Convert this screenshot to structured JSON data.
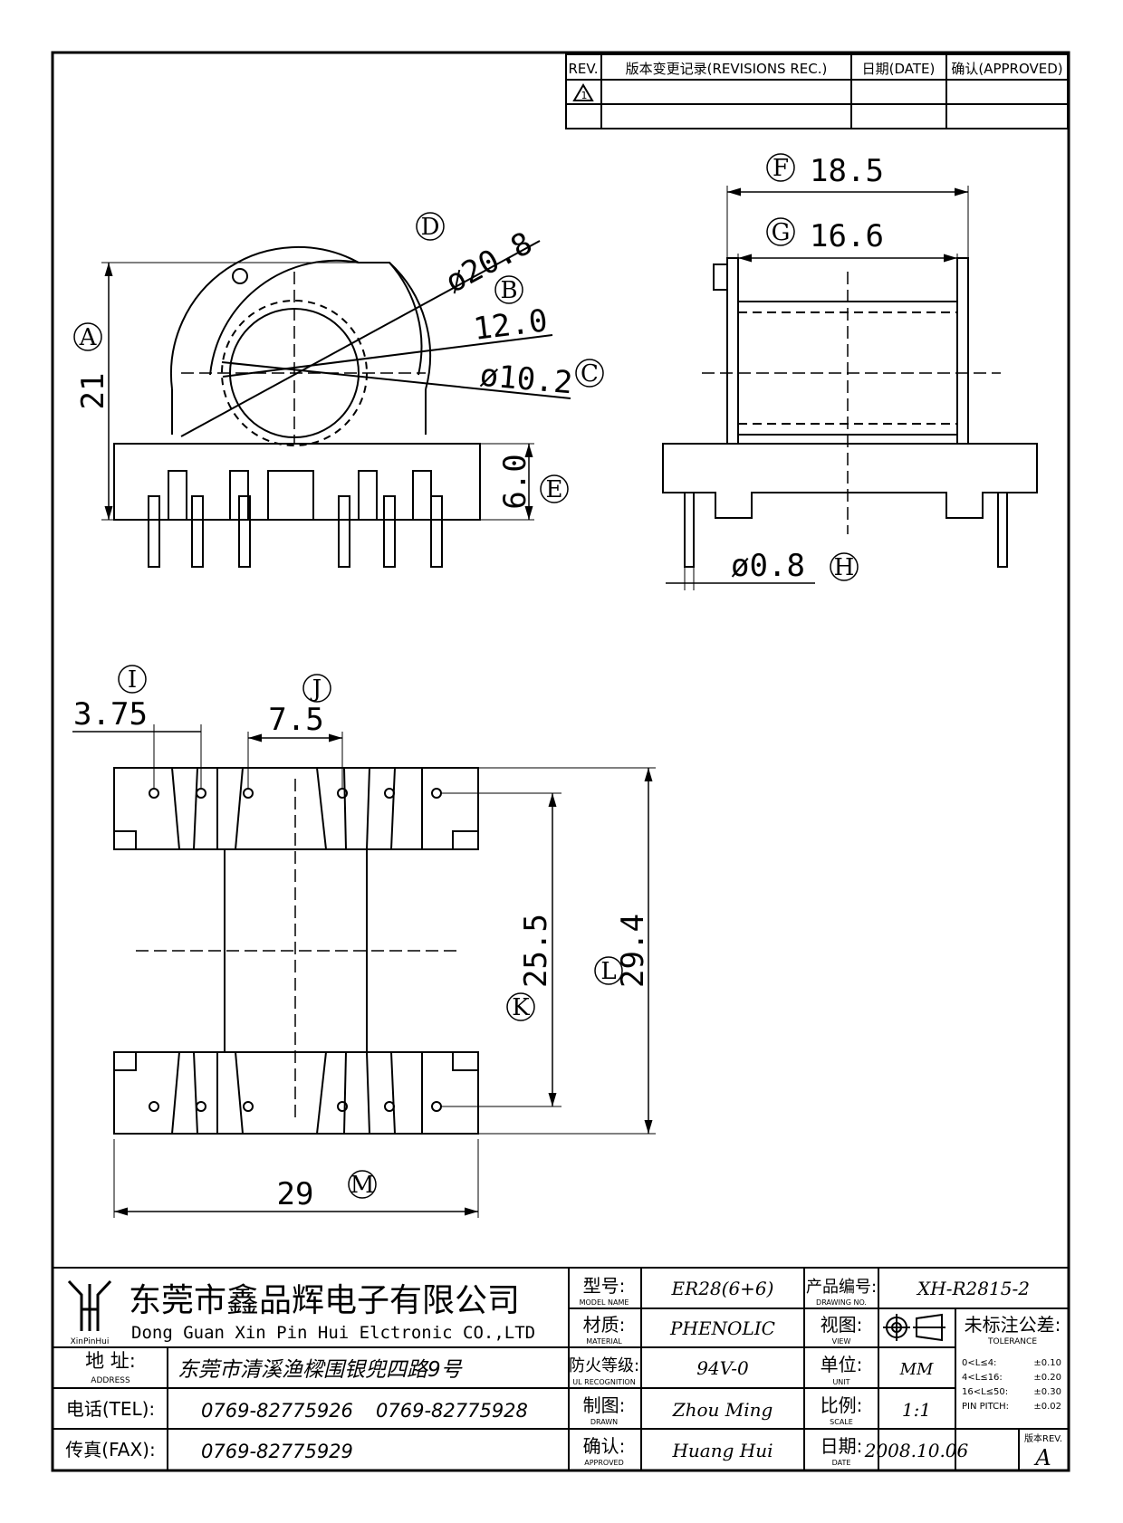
{
  "revisions": {
    "col_rev": "REV.",
    "col_rec": "版本变更记录(REVISIONS REC.)",
    "col_date": "日期(DATE)",
    "col_approved": "确认(APPROVED)",
    "row1_rev": "1"
  },
  "dims": {
    "A": {
      "label": "A",
      "value": "21"
    },
    "B": {
      "label": "B",
      "value": "12.0"
    },
    "C": {
      "label": "C",
      "value": "ø10.2"
    },
    "D": {
      "label": "D",
      "value": "ø20.8"
    },
    "E": {
      "label": "E",
      "value": "6.0"
    },
    "F": {
      "label": "F",
      "value": "18.5"
    },
    "G": {
      "label": "G",
      "value": "16.6"
    },
    "H": {
      "label": "H",
      "value": "ø0.8"
    },
    "I": {
      "label": "I",
      "value": "3.75"
    },
    "J": {
      "label": "J",
      "value": "7.5"
    },
    "K": {
      "label": "K",
      "value": "25.5"
    },
    "L": {
      "label": "L",
      "value": "29.4"
    },
    "M": {
      "label": "M",
      "value": "29"
    }
  },
  "title_block": {
    "company_cn": "东莞市鑫品辉电子有限公司",
    "company_en": "Dong Guan Xin Pin Hui Elctronic CO.,LTD",
    "logo_text": "XinPinHui",
    "address_label": "地 址:",
    "address_label_en": "ADDRESS",
    "address": "东莞市清溪渔樑围银兜四路9号",
    "tel_label": "电话(TEL):",
    "tel1": "0769-82775926",
    "tel2": "0769-82775928",
    "fax_label": "传真(FAX):",
    "fax": "0769-82775929",
    "model_label": "型号:",
    "model_label_en": "MODEL NAME",
    "model": "ER28(6+6)",
    "material_label": "材质:",
    "material_label_en": "MATERIAL",
    "material": "PHENOLIC",
    "ul_label": "防火等级:",
    "ul_label_en": "UL RECOGNITION",
    "ul": "94V-0",
    "drawn_label": "制图:",
    "drawn_label_en": "DRAWN",
    "drawn": "Zhou Ming",
    "approved_label": "确认:",
    "approved_label_en": "APPROVED",
    "approved": "Huang Hui",
    "drawing_no_label": "产品编号:",
    "drawing_no_label_en": "DRAWING NO.",
    "drawing_no": "XH-R2815-2",
    "view_label": "视图:",
    "view_label_en": "VIEW",
    "unit_label": "单位:",
    "unit_label_en": "UNIT",
    "unit": "MM",
    "scale_label": "比例:",
    "scale_label_en": "SCALE",
    "scale": "1:1",
    "date_label": "日期:",
    "date_label_en": "DATE",
    "date": "2008.10.06",
    "tolerance_label": "未标注公差:",
    "tolerance_label_en": "TOLERANCE",
    "tol1_range": "0<L≤4:",
    "tol1_val": "±0.10",
    "tol2_range": "4<L≤16:",
    "tol2_val": "±0.20",
    "tol3_range": "16<L≤50:",
    "tol3_val": "±0.30",
    "tol4_range": "PIN PITCH:",
    "tol4_val": "±0.02",
    "rev_label": "版本REV.",
    "rev": "A"
  }
}
